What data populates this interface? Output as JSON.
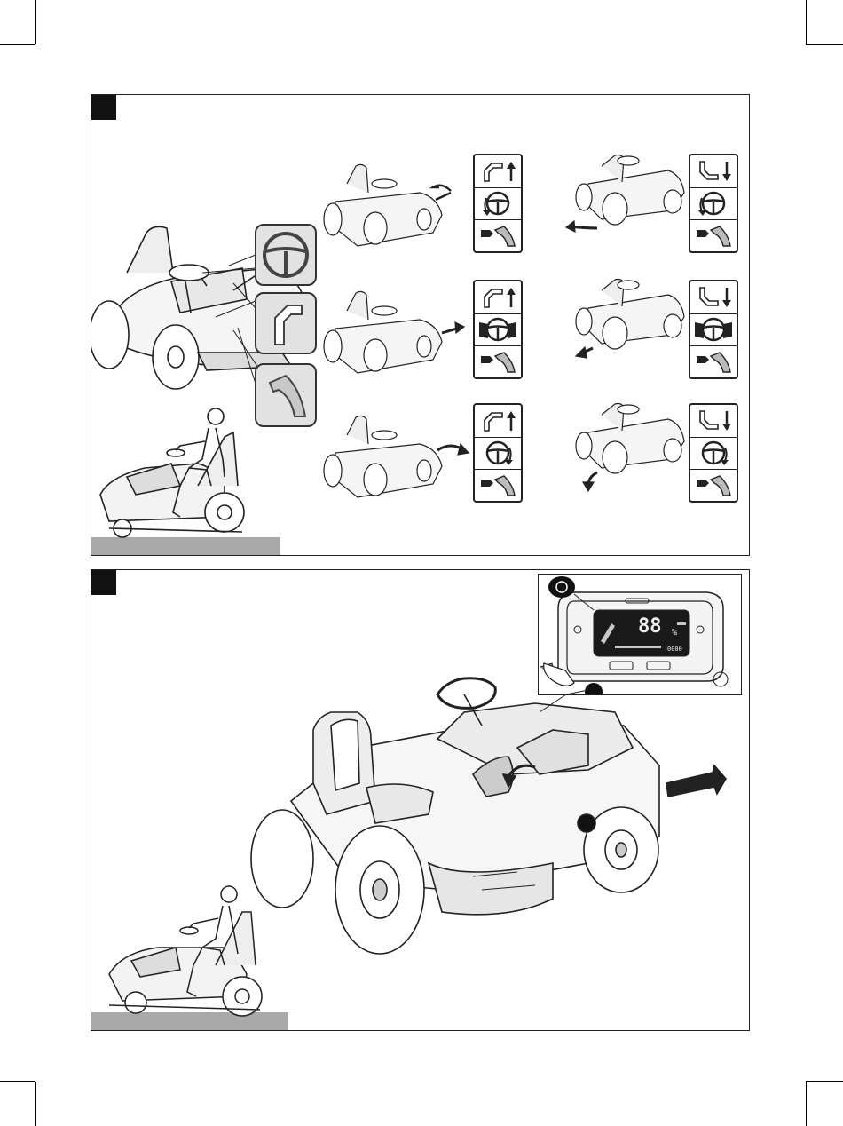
{
  "page": {
    "background": "#ffffff"
  },
  "figure1": {
    "badge_color": "#111111",
    "caption_bar_color": "#a9a9a9",
    "icons": [
      {
        "position": "front-left",
        "direction": "forward",
        "steering": "turn-left",
        "pedal": "press"
      },
      {
        "position": "front-right",
        "direction": "reverse",
        "steering": "turn-left",
        "pedal": "press"
      },
      {
        "position": "middle-left",
        "direction": "forward",
        "steering": "hands-on-wheel",
        "pedal": "press"
      },
      {
        "position": "middle-right",
        "direction": "reverse",
        "steering": "hands-on-wheel",
        "pedal": "press"
      },
      {
        "position": "back-left",
        "direction": "forward",
        "steering": "turn-right",
        "pedal": "press"
      },
      {
        "position": "back-right",
        "direction": "reverse",
        "steering": "turn-right",
        "pedal": "press"
      }
    ],
    "callouts": [
      "steering-wheel-icon",
      "direction-lever-icon",
      "accelerator-pedal-icon"
    ]
  },
  "figure2": {
    "badge_color": "#111111",
    "caption_bar_color": "#a9a9a9",
    "display": {
      "speed_digits": "88",
      "unit_symbol": "%",
      "hours_readout": "0000",
      "screen_color": "#1a1a1a",
      "accent_color": "#c8c8c8"
    },
    "callout_markers": 2,
    "direction_arrow": "forward"
  }
}
